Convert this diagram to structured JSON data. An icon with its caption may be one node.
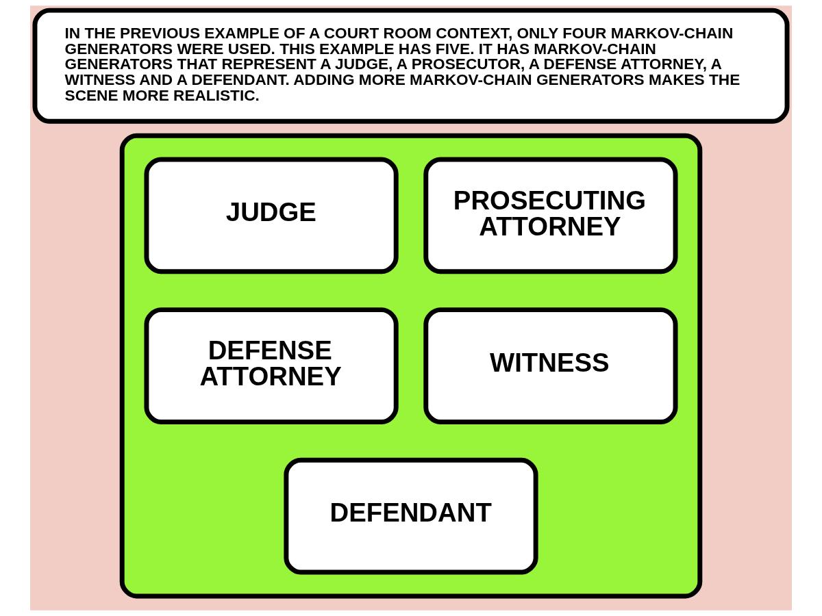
{
  "diagram": {
    "nodes": [
      {
        "text": [
          "IN THE PREVIOUS EXAMPLE OF A COURT ROOM CONTEXT, ONLY FOUR MARKOV-CHAIN GENERATORS WERE USED. THIS EXAMPLE HAS FIVE. IT HAS MARKOV-CHAIN GENERATORS THAT REPRESENT A JUDGE, A PROSECUTOR, A DEFENSE ATTORNEY, A WITNESS AND A DEFENDANT. ADDING MORE MARKOV-CHAIN GENERATORS MAKES THE SCENE MORE REALISTIC."
        ]
      },
      {
        "text": [],
        "shape": "box"
      },
      {
        "text": [
          "JUDGE"
        ],
        "in": 1
      },
      {
        "text": [
          "PROSECUTING ATTORNEY"
        ],
        "in": 1
      },
      {
        "text": [
          "DEFENSE ATTORNEY"
        ],
        "in": 1
      },
      {
        "text": [
          "WITNESS"
        ],
        "in": 1
      },
      {
        "text": [
          "DEFENDANT"
        ],
        "in": 1
      }
    ],
    "edges": []
  }
}
